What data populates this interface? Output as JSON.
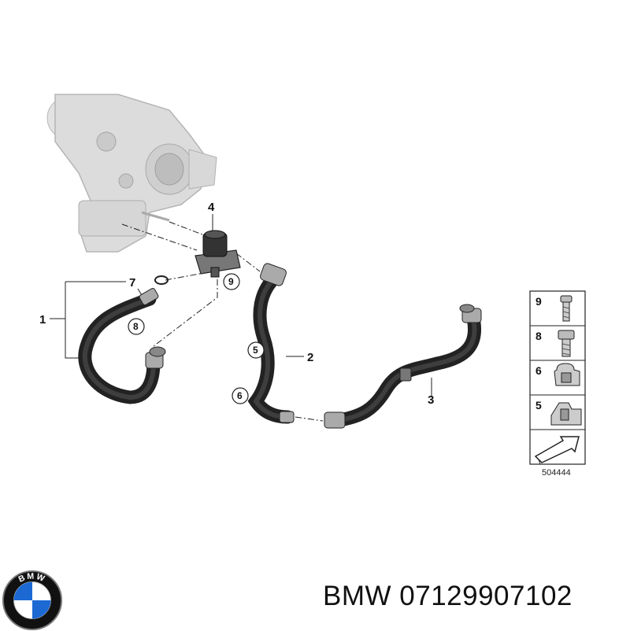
{
  "callouts": {
    "c1": "1",
    "c2": "2",
    "c3": "3",
    "c4": "4",
    "c5": "5",
    "c6": "6",
    "c7": "7",
    "c8": "8",
    "c9": "9"
  },
  "parts_panel": {
    "rows": [
      {
        "number": "9",
        "icon": "bolt-icon"
      },
      {
        "number": "8",
        "icon": "hex-bolt-icon"
      },
      {
        "number": "6",
        "icon": "clip-icon"
      },
      {
        "number": "5",
        "icon": "bracket-clip-icon"
      },
      {
        "number": "",
        "icon": "arrow-direction-icon"
      }
    ],
    "reference_code": "504444"
  },
  "brand": {
    "logo_letters": "BMW",
    "colors": {
      "blue": "#1c69d4",
      "ring": "#111111",
      "hose": "#222222",
      "engine": "#d4d4d4"
    }
  },
  "caption": "BMW 07129907102"
}
